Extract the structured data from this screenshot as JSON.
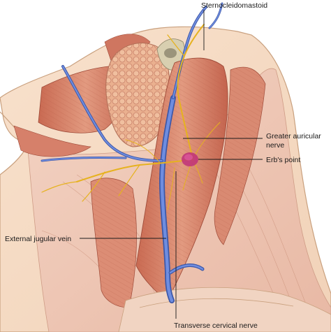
{
  "labels": {
    "sternocleidomastoid": "Sternocleidomastoid",
    "greater_auricular_line1": "Greater auricular",
    "greater_auricular_line2": "nerve",
    "erbs_point": "Erb's point",
    "external_jugular_vein": "External jugular vein",
    "transverse_cervical_nerve": "Transverse cervical nerve"
  },
  "colors": {
    "skin": "#f6dcc4",
    "skin_edge": "#c9a07e",
    "muscle": "#d9826a",
    "muscle_dark": "#b9604c",
    "fascia": "#f0c8b6",
    "gland": "#e8a987",
    "vein": "#5b78c9",
    "nerve": "#f1c232",
    "erbs_point": "#c0307a",
    "bone": "#d8cfb0"
  }
}
